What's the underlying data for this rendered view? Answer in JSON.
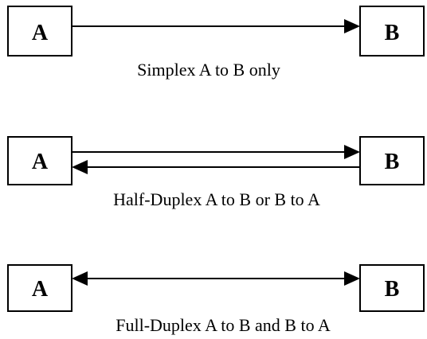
{
  "colors": {
    "background": "#ffffff",
    "stroke": "#000000"
  },
  "rows": [
    {
      "mode": "simplex",
      "node_a": "A",
      "node_b": "B",
      "caption": "Simplex A to B only",
      "arrows": [
        "A-to-B"
      ]
    },
    {
      "mode": "half-duplex",
      "node_a": "A",
      "node_b": "B",
      "caption": "Half-Duplex A to B or B to A",
      "arrows": [
        "A-to-B",
        "B-to-A"
      ]
    },
    {
      "mode": "full-duplex",
      "node_a": "A",
      "node_b": "B",
      "caption": "Full-Duplex A to B and B to A",
      "arrows": [
        "bidirectional"
      ]
    }
  ]
}
